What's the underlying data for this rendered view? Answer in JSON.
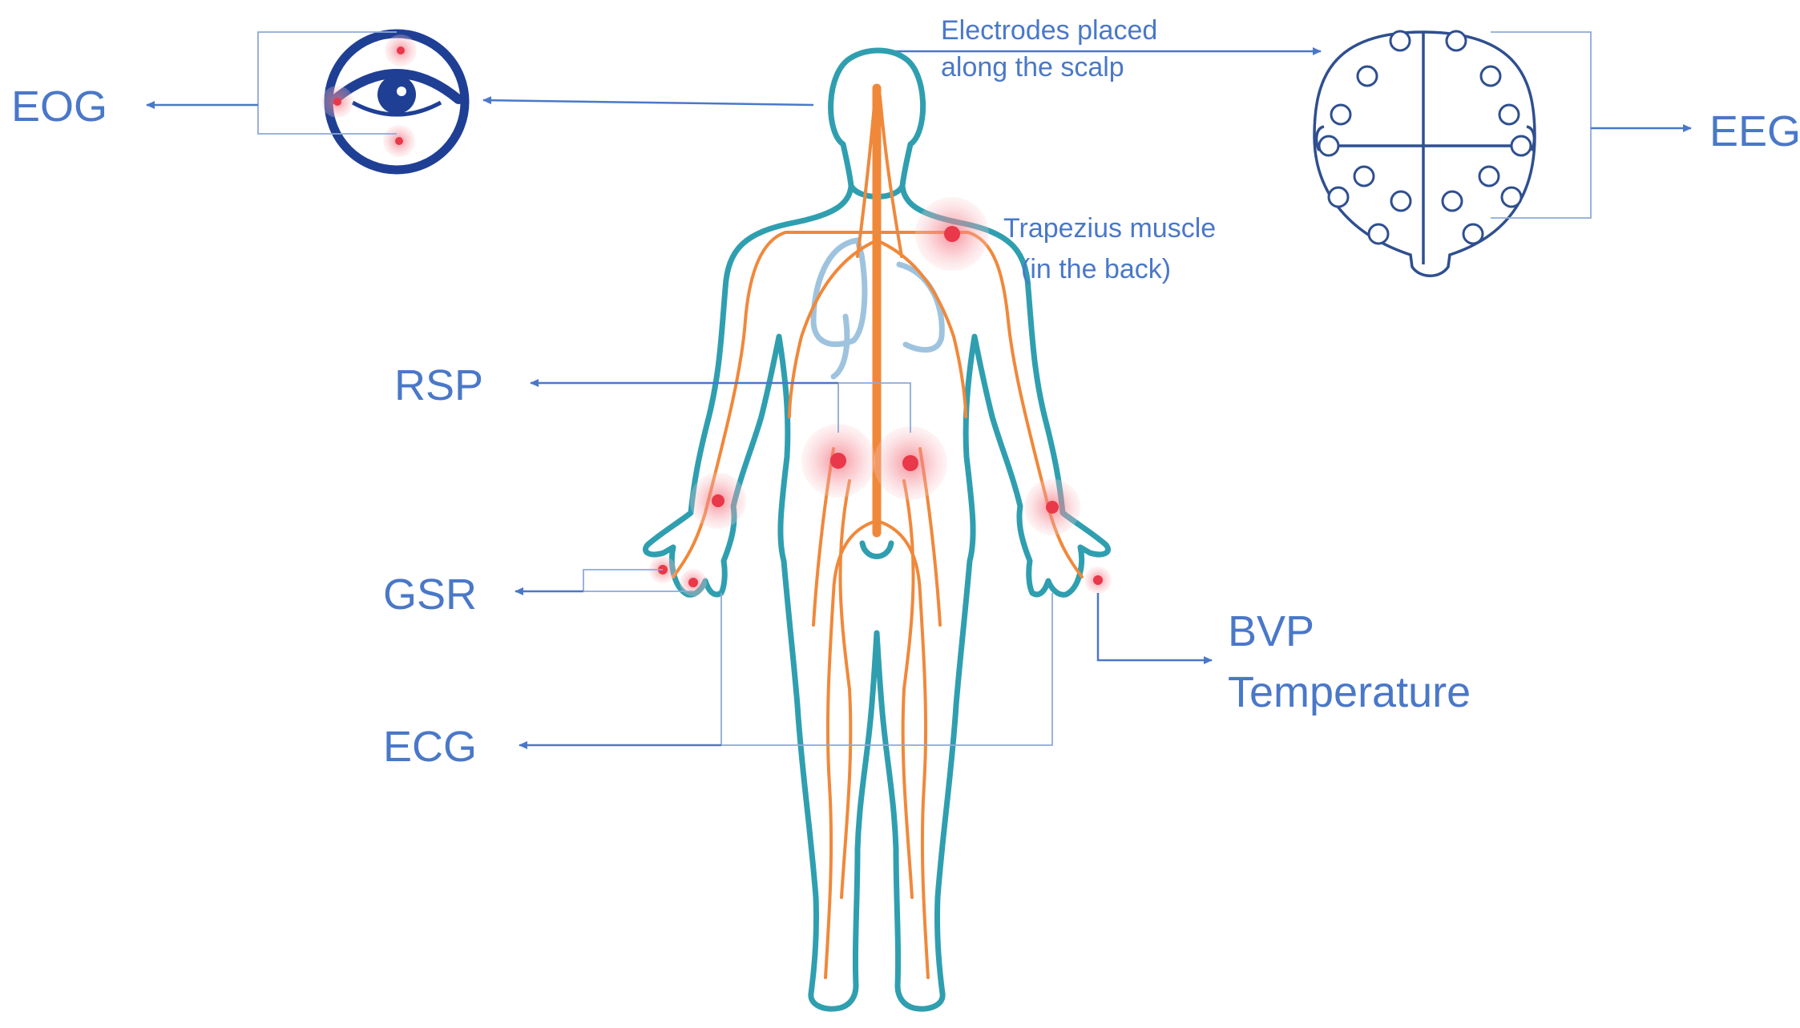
{
  "labels": {
    "eog": "EOG",
    "eeg": "EEG",
    "rsp": "RSP",
    "gsr": "GSR",
    "ecg": "ECG",
    "bvp": "BVP",
    "temperature": "Temperature",
    "electrodes_line1": "Electrodes placed",
    "electrodes_line2": "along the scalp",
    "trapezius_line1": "Trapezius muscle",
    "trapezius_line2": "(in the back)"
  },
  "icons": {
    "eye": "eye-icon",
    "eeg_head": "eeg-electrode-cap-icon",
    "body": "human-body-figure"
  },
  "colors": {
    "label_blue": "#4a78c8",
    "body_outline": "#2f9fb0",
    "nerves": "#f0883a",
    "sensor_red": "#e8384a",
    "eye_navy": "#1f3f95"
  }
}
